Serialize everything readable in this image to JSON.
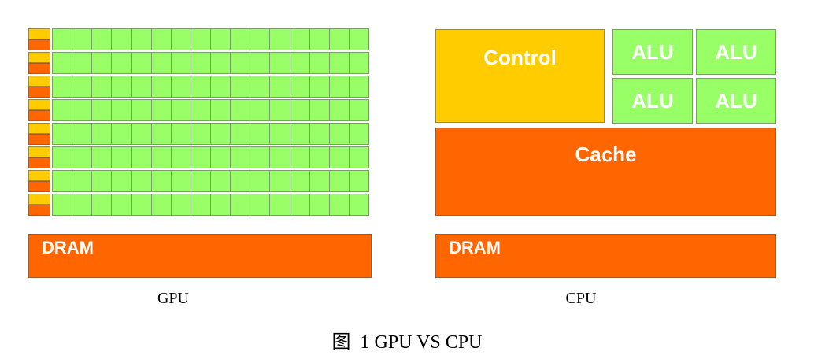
{
  "gpu": {
    "dram_label": "DRAM",
    "caption": "GPU",
    "rows": 8,
    "alu_columns": 16
  },
  "cpu": {
    "control_label": "Control",
    "alu_labels": [
      "ALU",
      "ALU",
      "ALU",
      "ALU"
    ],
    "cache_label": "Cache",
    "dram_label": "DRAM",
    "caption": "CPU"
  },
  "figure_caption": "图  1 GPU VS CPU",
  "colors": {
    "control_yellow": "#ffcc00",
    "cache_orange": "#ff6600",
    "alu_green": "#99ff66"
  }
}
